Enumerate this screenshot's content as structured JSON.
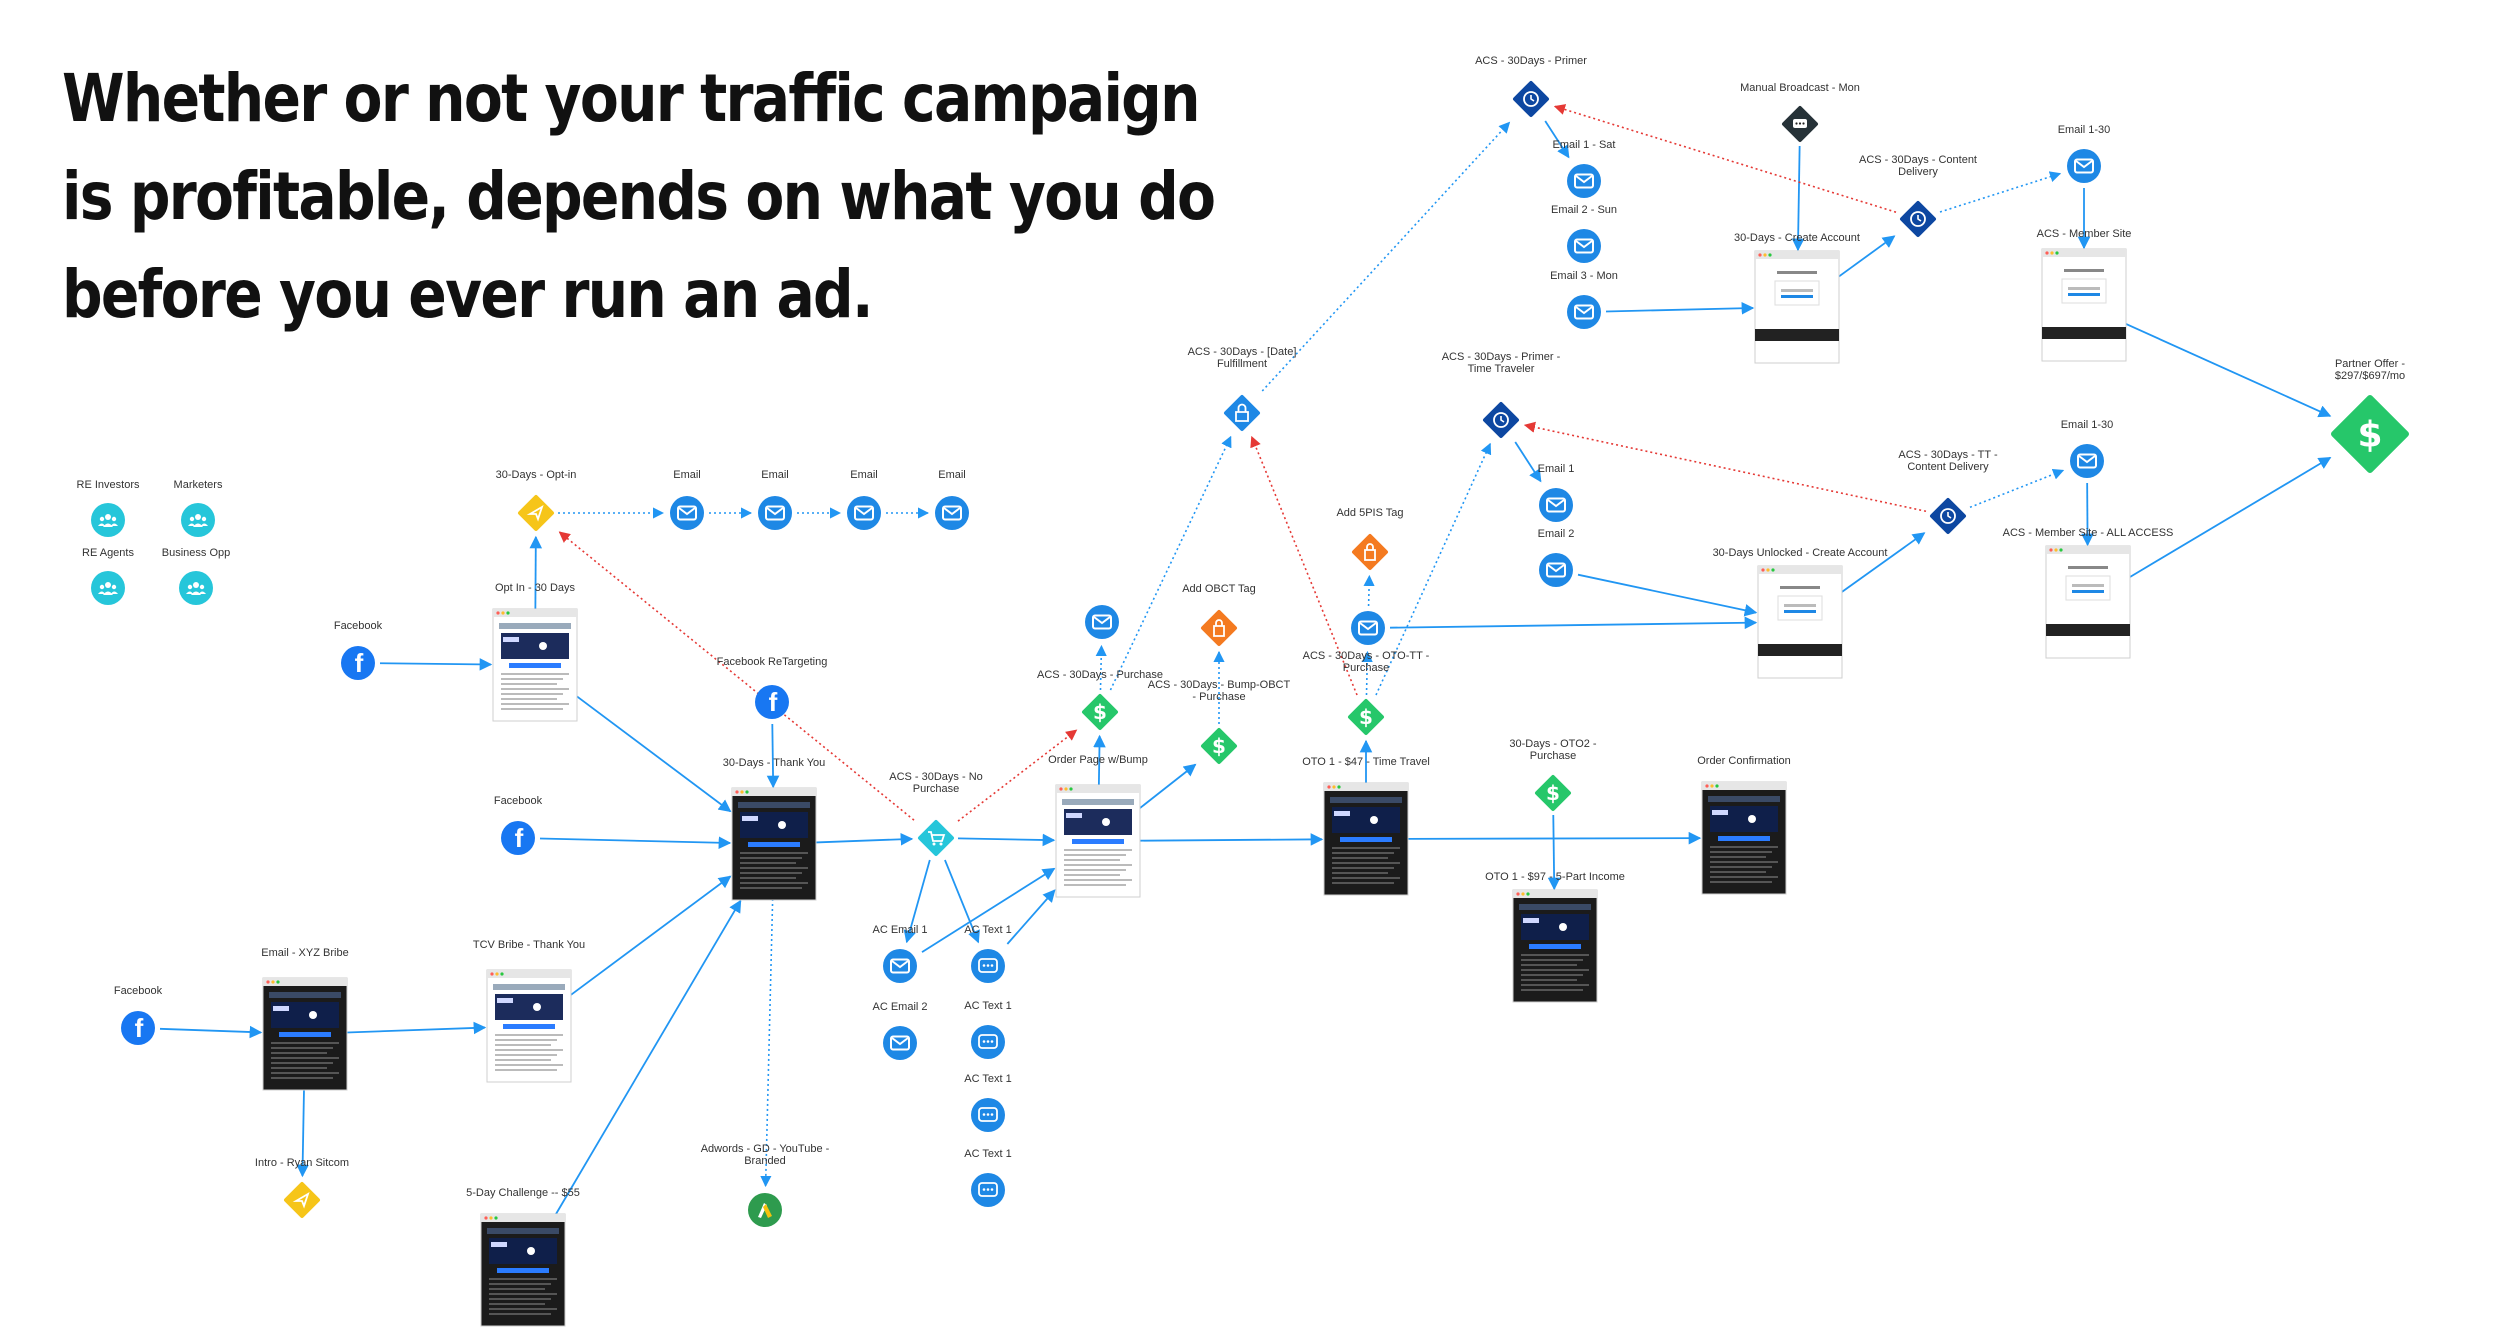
{
  "headline": {
    "line1": "Whether or not your traffic campaign",
    "line2": "is profitable, depends on what you do",
    "line3": "before you ever run an ad."
  },
  "colors": {
    "email": "#1e88e5",
    "facebook": "#1877f2",
    "purchase": "#26c76a",
    "tag": "#f47a20",
    "automation": "#0d47a1",
    "optin": "#f6c519",
    "audience": "#26c6da",
    "adwords": "#2e9b4e",
    "connector": "#2196f3",
    "negative": "#e53935"
  },
  "nodes": [
    {
      "id": "aud-re-investors",
      "type": "audience",
      "icon": "people-icon",
      "label": "RE Investors"
    },
    {
      "id": "aud-marketers",
      "type": "audience",
      "icon": "people-icon",
      "label": "Marketers"
    },
    {
      "id": "aud-re-agents",
      "type": "audience",
      "icon": "people-icon",
      "label": "RE Agents"
    },
    {
      "id": "aud-business-opp",
      "type": "audience",
      "icon": "people-icon",
      "label": "Business Opp"
    },
    {
      "id": "optin-30days",
      "type": "optin",
      "icon": "optin-icon",
      "label": "30-Days - Opt-in"
    },
    {
      "id": "email-1",
      "type": "email",
      "icon": "envelope-icon",
      "label": "Email"
    },
    {
      "id": "email-2",
      "type": "email",
      "icon": "envelope-icon",
      "label": "Email"
    },
    {
      "id": "email-3",
      "type": "email",
      "icon": "envelope-icon",
      "label": "Email"
    },
    {
      "id": "email-4",
      "type": "email",
      "icon": "envelope-icon",
      "label": "Email"
    },
    {
      "id": "page-optin",
      "type": "page",
      "theme": "blue",
      "label": "Opt In - 30 Days"
    },
    {
      "id": "fb-1",
      "type": "facebook",
      "icon": "facebook-icon",
      "label": "Facebook"
    },
    {
      "id": "fb-retargeting",
      "type": "facebook",
      "icon": "facebook-icon",
      "label": "Facebook ReTargeting"
    },
    {
      "id": "fb-2",
      "type": "facebook",
      "icon": "facebook-icon",
      "label": "Facebook"
    },
    {
      "id": "fb-3",
      "type": "facebook",
      "icon": "facebook-icon",
      "label": "Facebook"
    },
    {
      "id": "page-thankyou",
      "type": "page",
      "theme": "dark",
      "label": "30-Days - Thank You"
    },
    {
      "id": "page-email-xyz",
      "type": "page",
      "theme": "dark",
      "label": "Email - XYZ Bribe"
    },
    {
      "id": "page-tcv",
      "type": "page",
      "theme": "light",
      "label": "TCV Bribe - Thank You"
    },
    {
      "id": "optin-intro",
      "type": "optin",
      "icon": "optin-icon",
      "label": "Intro - Ryan Sitcom"
    },
    {
      "id": "page-5day",
      "type": "page",
      "theme": "dark",
      "label": "5-Day Challenge -- $55"
    },
    {
      "id": "adwords",
      "type": "adwords",
      "icon": "adwords-icon",
      "label": "Adwords - GD - YouTube - Branded"
    },
    {
      "id": "cart-no-purchase",
      "type": "cart",
      "icon": "cart-icon",
      "label": "ACS - 30Days - No Purchase"
    },
    {
      "id": "ac-email-1",
      "type": "email",
      "icon": "envelope-icon",
      "label": "AC Email 1"
    },
    {
      "id": "ac-email-2",
      "type": "email",
      "icon": "envelope-icon",
      "label": "AC Email 2"
    },
    {
      "id": "ac-text-1a",
      "type": "sms",
      "icon": "chat-icon",
      "label": "AC Text 1"
    },
    {
      "id": "ac-text-1b",
      "type": "sms",
      "icon": "chat-icon",
      "label": "AC Text 1"
    },
    {
      "id": "ac-text-1c",
      "type": "sms",
      "icon": "chat-icon",
      "label": "AC Text 1"
    },
    {
      "id": "ac-text-1d",
      "type": "sms",
      "icon": "chat-icon",
      "label": "AC Text 1"
    },
    {
      "id": "page-order",
      "type": "page",
      "theme": "light",
      "label": "Order Page w/Bump"
    },
    {
      "id": "purchase-30days",
      "type": "purchase",
      "icon": "dollar-icon",
      "label": "ACS - 30Days - Purchase"
    },
    {
      "id": "email-purchase",
      "type": "email",
      "icon": "envelope-icon",
      "label": ""
    },
    {
      "id": "tag-obct",
      "type": "tag",
      "icon": "tag-icon",
      "label": "Add OBCT Tag"
    },
    {
      "id": "purchase-bump",
      "type": "purchase",
      "icon": "dollar-icon",
      "label": "ACS - 30Days - Bump-OBCT - Purchase"
    },
    {
      "id": "fulfillment",
      "type": "lock",
      "icon": "lock-icon",
      "label": "ACS - 30Days - [Date] Fulfillment"
    },
    {
      "id": "page-oto1",
      "type": "page",
      "theme": "dark",
      "label": "OTO 1 - $47 - Time Travel"
    },
    {
      "id": "purchase-oto-tt",
      "type": "purchase",
      "icon": "dollar-icon",
      "label": "ACS - 30Days - OTO-TT - Purchase"
    },
    {
      "id": "email-oto",
      "type": "email",
      "icon": "envelope-icon",
      "label": ""
    },
    {
      "id": "tag-5pis",
      "type": "tag",
      "icon": "tag-icon",
      "label": "Add 5PIS Tag"
    },
    {
      "id": "primer",
      "type": "automation",
      "icon": "clock-icon",
      "label": "ACS - 30Days - Primer"
    },
    {
      "id": "email-sat",
      "type": "email",
      "icon": "envelope-icon",
      "label": "Email 1 - Sat"
    },
    {
      "id": "email-sun",
      "type": "email",
      "icon": "envelope-icon",
      "label": "Email 2 - Sun"
    },
    {
      "id": "email-mon",
      "type": "email",
      "icon": "envelope-icon",
      "label": "Email 3 - Mon"
    },
    {
      "id": "manual-broadcast",
      "type": "broadcast",
      "icon": "broadcast-icon",
      "label": "Manual Broadcast - Mon"
    },
    {
      "id": "page-create-account",
      "type": "page",
      "theme": "white",
      "label": "30-Days - Create Account"
    },
    {
      "id": "content-delivery",
      "type": "automation",
      "icon": "clock-icon",
      "label": "ACS - 30Days - Content Delivery"
    },
    {
      "id": "email-1-30-a",
      "type": "email",
      "icon": "envelope-icon",
      "label": "Email 1-30"
    },
    {
      "id": "page-member-site",
      "type": "page",
      "theme": "white",
      "label": "ACS - Member Site"
    },
    {
      "id": "partner-offer",
      "type": "bigdollar",
      "icon": "dollar-icon",
      "label": "Partner Offer - $297/$697/mo"
    },
    {
      "id": "primer-tt",
      "type": "automation",
      "icon": "clock-icon",
      "label": "ACS - 30Days - Primer - Time Traveler"
    },
    {
      "id": "email-tt-1",
      "type": "email",
      "icon": "envelope-icon",
      "label": "Email 1"
    },
    {
      "id": "email-tt-2",
      "type": "email",
      "icon": "envelope-icon",
      "label": "Email 2"
    },
    {
      "id": "page-unlocked",
      "type": "page",
      "theme": "white",
      "label": "30-Days Unlocked - Create Account"
    },
    {
      "id": "content-delivery-tt",
      "type": "automation",
      "icon": "clock-icon",
      "label": "ACS - 30Days - TT - Content Delivery"
    },
    {
      "id": "email-1-30-b",
      "type": "email",
      "icon": "envelope-icon",
      "label": "Email 1-30"
    },
    {
      "id": "page-member-all",
      "type": "page",
      "theme": "white",
      "label": "ACS - Member Site - ALL ACCESS"
    },
    {
      "id": "purchase-oto2",
      "type": "purchase",
      "icon": "dollar-icon",
      "label": "30-Days - OTO2 - Purchase"
    },
    {
      "id": "page-oto1-97",
      "type": "page",
      "theme": "dark",
      "label": "OTO 1 - $97 - 5-Part Income"
    },
    {
      "id": "page-confirmation",
      "type": "page",
      "theme": "dark",
      "label": "Order Confirmation"
    }
  ]
}
